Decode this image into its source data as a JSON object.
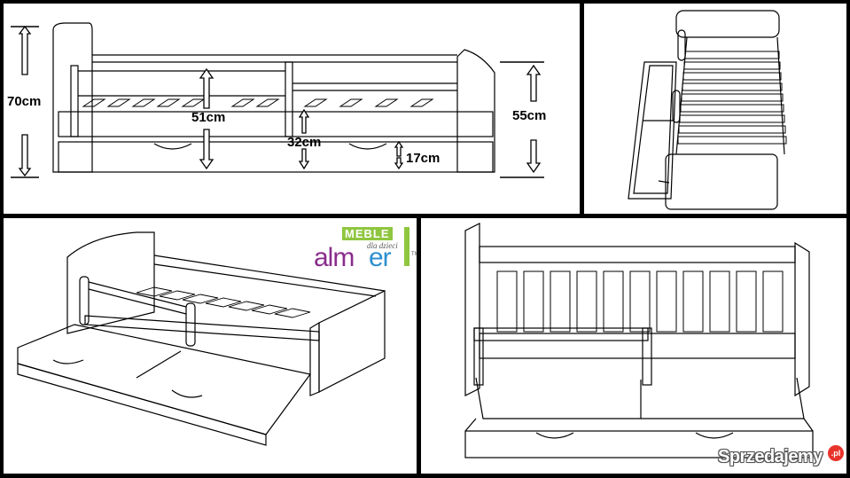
{
  "dimensions": {
    "bed_height": "70cm",
    "rail_height": "51cm",
    "mattress_level": "32cm",
    "drawer_height": "17cm",
    "footboard_height": "55cm"
  },
  "logo": {
    "meble": "MEBLE",
    "subtitle": "dla dzieci",
    "name_part1": "alm",
    "name_part2": "er",
    "trademark": "TM"
  },
  "watermark": {
    "text": "Sprzedajemy",
    "tld": ".pl"
  },
  "colors": {
    "panel_border": "#000000",
    "logo_green": "#8fc63f",
    "logo_purple": "#8a2c8c",
    "logo_blue": "#2e8fd0",
    "watermark_red": "#e8332a"
  }
}
